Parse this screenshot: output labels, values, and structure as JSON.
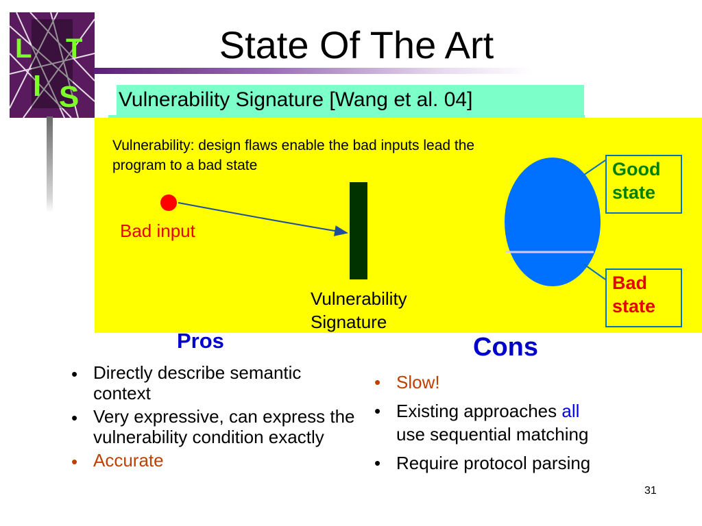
{
  "slide": {
    "title": "State Of The Art",
    "subtitle": "Vulnerability Signature [Wang et al. 04]",
    "page_number": "31"
  },
  "logo": {
    "icon": "ist-logo-icon",
    "letters": [
      "L",
      "I",
      "S",
      "T"
    ]
  },
  "diagram": {
    "description": "Vulnerability: design flaws enable the bad inputs lead the program to a bad state",
    "bad_input_label": "Bad input",
    "signature_label_line1": "Vulnerability",
    "signature_label_line2": "Signature",
    "good_state_line1": "Good",
    "good_state_line2": "state",
    "bad_state_line1": "Bad",
    "bad_state_line2": "state",
    "colors": {
      "background": "#ffff00",
      "ellipse": "#0070ff",
      "signature_bar": "#003300",
      "bad_input_dot": "#ff0000",
      "good_state_text": "#008000",
      "bad_state_text": "#e60000"
    }
  },
  "pros": {
    "heading": "Pros",
    "items": [
      {
        "text": "Directly describe semantic context",
        "color": "#000000"
      },
      {
        "text": "Very expressive, can express the vulnerability condition exactly",
        "color": "#000000"
      },
      {
        "text": "Accurate",
        "color": "#c04000"
      }
    ]
  },
  "cons": {
    "heading": "Cons",
    "items": [
      {
        "text": "Slow!",
        "color": "#c04000"
      },
      {
        "text_before": "Existing approaches ",
        "highlight": "all",
        "text_after": "use sequential matching"
      },
      {
        "text": "Require protocol parsing",
        "color": "#000000"
      }
    ]
  }
}
